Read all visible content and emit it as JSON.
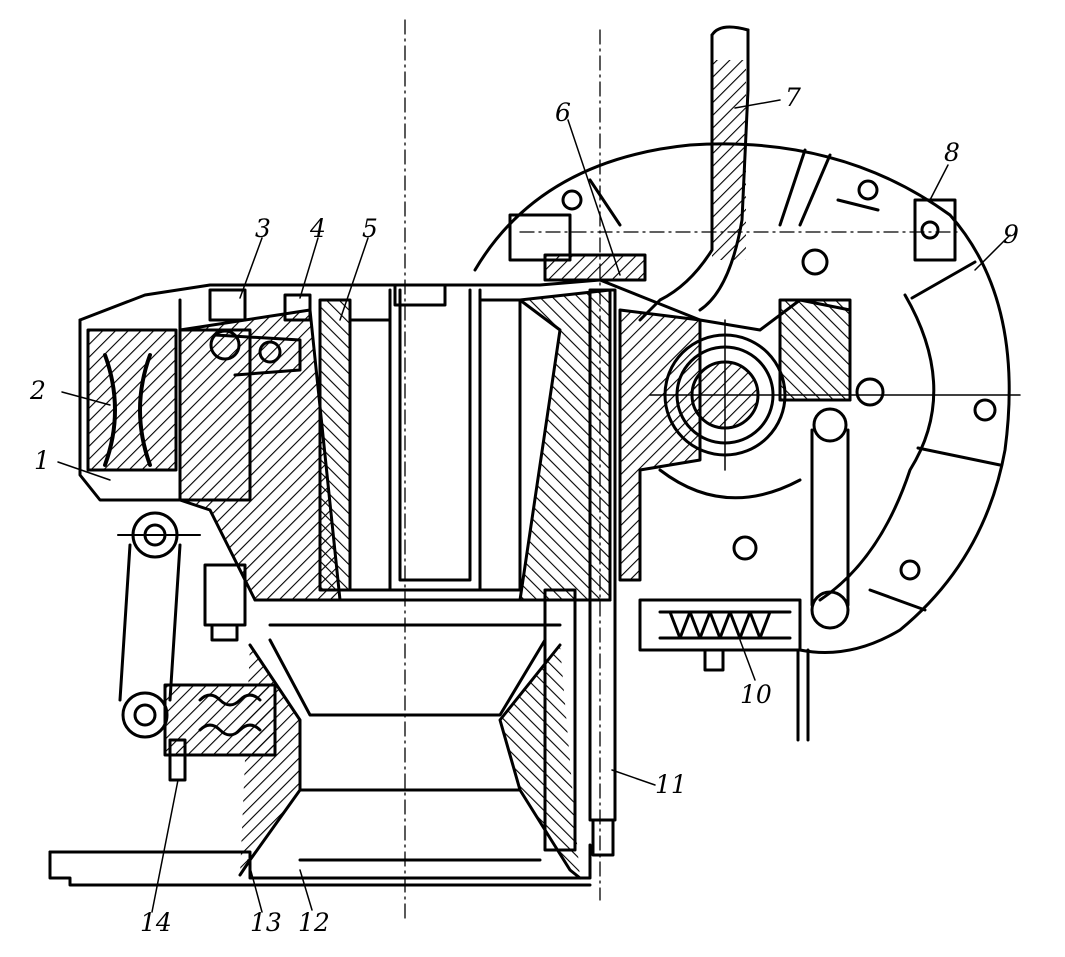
{
  "diagram": {
    "labels": [
      "1",
      "2",
      "3",
      "4",
      "5",
      "6",
      "7",
      "8",
      "9",
      "10",
      "11",
      "12",
      "13",
      "14"
    ]
  },
  "colors": {
    "ink": "#000000",
    "paper": "#ffffff",
    "hatch": "#000000"
  }
}
